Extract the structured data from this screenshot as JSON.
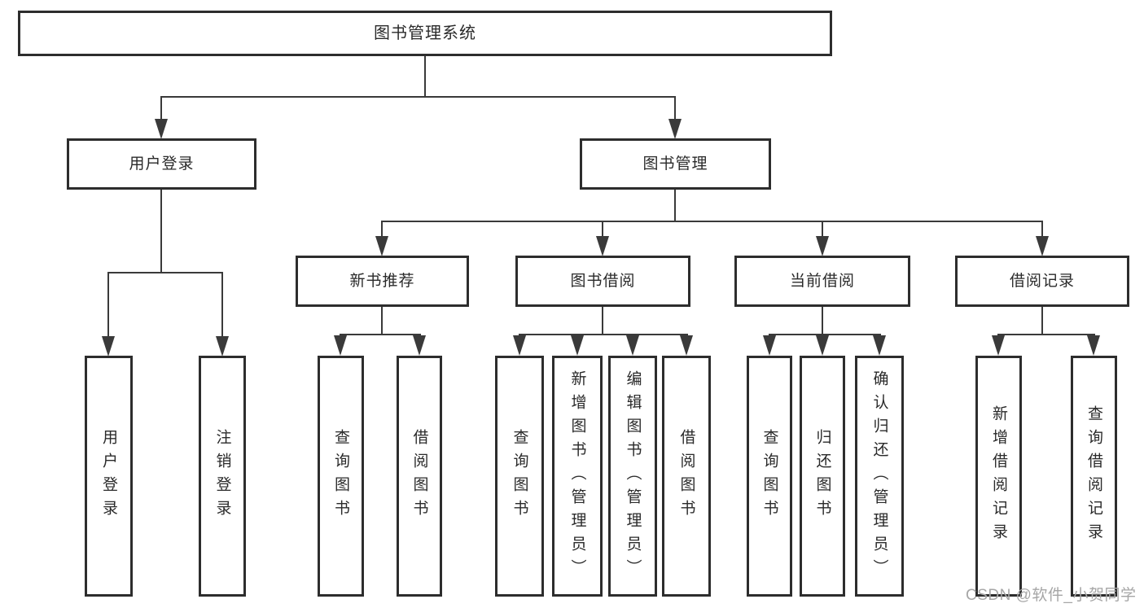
{
  "diagram": {
    "colors": {
      "background": "#ffffff",
      "box_border": "#2d2d2d",
      "line": "#3a3a3a",
      "text": "#2a2a2a",
      "watermark": "#a6a6a6"
    },
    "tree": {
      "root": {
        "label": "图书管理系统"
      },
      "branches": [
        {
          "label": "用户登录",
          "children": [
            {
              "label": "用户登录"
            },
            {
              "label": "注销登录"
            }
          ]
        },
        {
          "label": "图书管理",
          "groups": [
            {
              "label": "新书推荐",
              "children": [
                {
                  "label": "查询图书"
                },
                {
                  "label": "借阅图书"
                }
              ]
            },
            {
              "label": "图书借阅",
              "children": [
                {
                  "label": "查询图书"
                },
                {
                  "label": "新增图书（管理员）"
                },
                {
                  "label": "编辑图书（管理员）"
                },
                {
                  "label": "借阅图书"
                }
              ]
            },
            {
              "label": "当前借阅",
              "children": [
                {
                  "label": "查询图书"
                },
                {
                  "label": "归还图书"
                },
                {
                  "label": "确认归还（管理员）"
                }
              ]
            },
            {
              "label": "借阅记录",
              "children": [
                {
                  "label": "新增借阅记录"
                },
                {
                  "label": "查询借阅记录"
                }
              ]
            }
          ]
        }
      ]
    },
    "watermark": {
      "text": "CSDN @软件_小贺同学"
    }
  }
}
